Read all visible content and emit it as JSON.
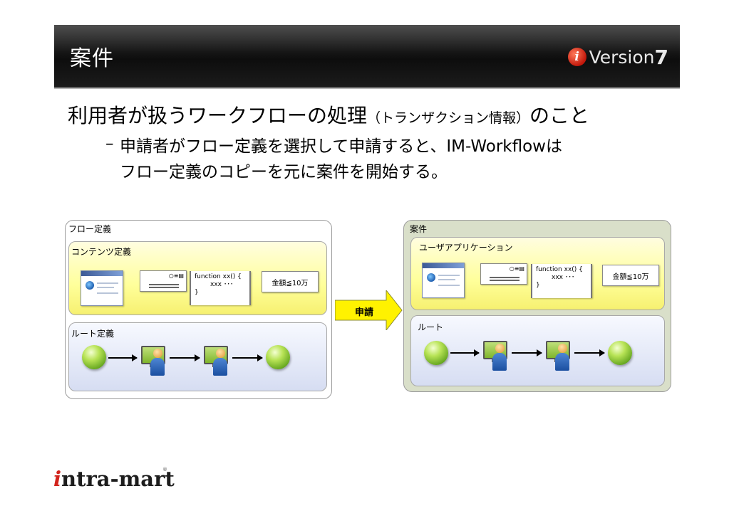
{
  "header": {
    "title": "案件",
    "version_word": "Version",
    "version_number": "7",
    "badge_letter": "i"
  },
  "lead": {
    "text_main": "利用者が扱うワークフローの処理",
    "text_paren": "（トランザクション情報）",
    "text_end": "のこと"
  },
  "bullet": {
    "dash": "–",
    "line1": "申請者がフロー定義を選択して申請すると、IM-Workflowは",
    "line2": "フロー定義のコピーを元に案件を開始する。"
  },
  "left_panel": {
    "label": "フロー定義",
    "content_label": "コンテンツ定義",
    "route_label": "ルート定義",
    "code_line1": "function xx() {",
    "code_line2": "xxx ･･･",
    "code_line3": "}",
    "rule_text": "金額≦10万",
    "form_tiny": "○≡▤"
  },
  "apply": {
    "label": "申請"
  },
  "right_panel": {
    "label": "案件",
    "content_label": "ユーザアプリケーション",
    "route_label": "ルート",
    "code_line1": "function xx() {",
    "code_line2": "xxx ･･･",
    "code_line3": "}",
    "rule_text": "金額≦10万",
    "form_tiny": "○≡▤"
  },
  "footer": {
    "logo_i": "i",
    "logo_rest": "ntra-mart",
    "reg": "®"
  },
  "colors": {
    "header_bg": "#111111",
    "content_box": "#ffff9a",
    "route_box": "#d6ddf2",
    "case_panel": "#d9dfc9",
    "node_green": "#8ccc2f",
    "apply_arrow": "#fff200",
    "logo_red": "#d2231c"
  }
}
